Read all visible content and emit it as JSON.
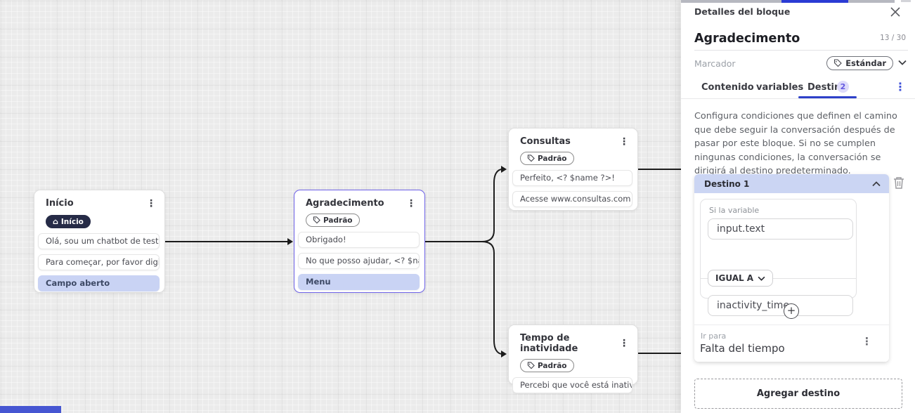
{
  "icons": {
    "kebab": "⋮",
    "home": "⌂",
    "plus": "+"
  },
  "colors": {
    "canvas_bg": "#ebebeb",
    "edge": "#1c1c1c",
    "selected_node_border": "#6f63e8",
    "highlight_item_bg": "#c9d3f4",
    "dest_header_bg": "#cbd5f3",
    "tab_underline": "#2e41c9",
    "tab_badge_bg": "#dedbfa",
    "tab_badge_text": "#6459e0",
    "dark_badge_bg": "#262b47",
    "strip_blue": "#2b3bd4"
  },
  "canvas": {
    "nodes": [
      {
        "title": "Início",
        "badge": "Início",
        "items": [
          {
            "text": "Olá, sou um chatbot de teste!",
            "highlight": false
          },
          {
            "text": "Para começar, por favor digite o ...",
            "highlight": false
          },
          {
            "text": "Campo aberto",
            "highlight": true
          }
        ]
      },
      {
        "title": "Agradecimento",
        "badge": "Padrão",
        "items": [
          {
            "text": "Obrigado!",
            "highlight": false
          },
          {
            "text": "No que posso ajudar, <? $name ...",
            "highlight": false
          },
          {
            "text": "Menu",
            "highlight": true
          }
        ]
      },
      {
        "title": "Consultas",
        "badge": "Padrão",
        "items": [
          {
            "text": "Perfeito, <? $name ?>!",
            "highlight": false
          },
          {
            "text": "Acesse www.consultas.com par...",
            "highlight": false
          }
        ]
      },
      {
        "title": "Tempo de inatividade",
        "badge": "Padrão",
        "items": [
          {
            "text": "Percebi que você está inativo. C...",
            "highlight": false
          }
        ]
      }
    ]
  },
  "panel": {
    "header_title": "Detalles del bloque",
    "block_title": "Agradecimento",
    "counter": "13 / 30",
    "marker_label": "Marcador",
    "marker_chip_label": "Estándar",
    "tabs": [
      {
        "label": "Contenido"
      },
      {
        "label": "variables"
      },
      {
        "label": "Destino",
        "badge": "2",
        "active": true
      }
    ],
    "description": "Configura condiciones que definen el camino que debe seguir la conversación después de pasar por este bloque. Si no se cumplen ningunas condiciones, la conversación se dirigirá al destino predeterminado.",
    "destination": {
      "header": "Destino 1",
      "condition_label": "Si la variable",
      "variable_value": "input.text",
      "operator": "IGUAL A",
      "value": "inactivity_time",
      "goto_label": "Ir para",
      "goto_value": "Falta del tiempo"
    },
    "add_destination_label": "Agregar destino"
  }
}
